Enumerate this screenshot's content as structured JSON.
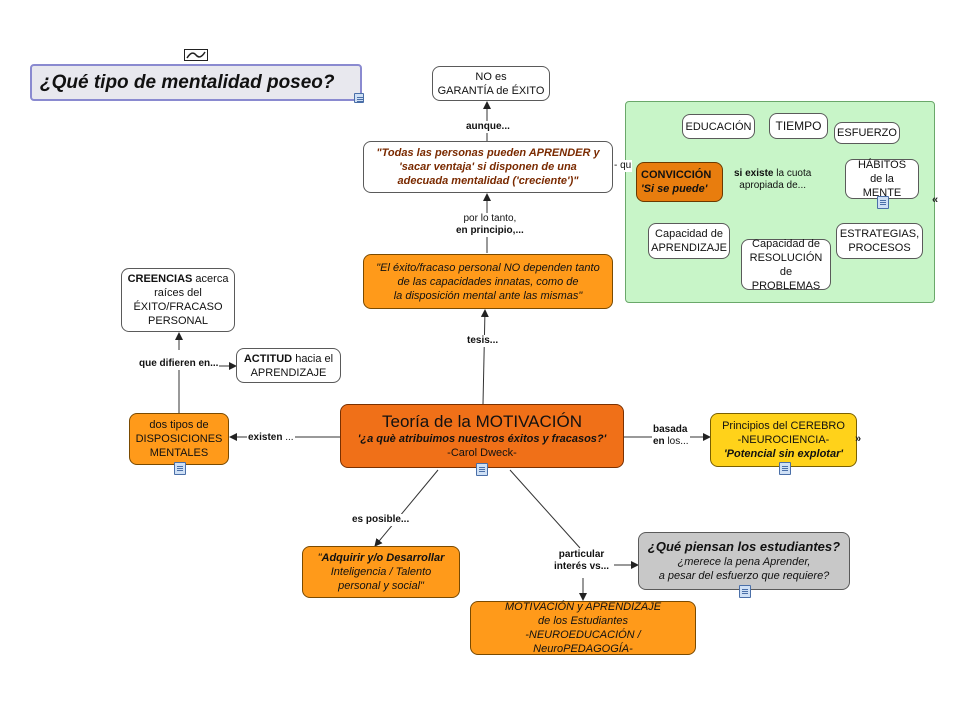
{
  "title": "¿Qué tipo de mentalidad poseo?",
  "nodes": {
    "no_garantia": {
      "l1": "NO es",
      "l2": "GARANTÍA de ÉXITO"
    },
    "todas": {
      "l1": "\"Todas las personas pueden APRENDER y",
      "l2": "'sacar ventaja' si disponen de una",
      "l3": "adecuada mentalidad ('creciente')\""
    },
    "exito": {
      "l1": "\"El éxito/fracaso personal NO dependen tanto",
      "l2": "de las capacidades innatas, como de",
      "l3": "la disposición mental ante las mismas\""
    },
    "creencias": {
      "b": "CREENCIAS",
      "t1": " acerca",
      "l2": "raíces del",
      "l3": "ÉXITO/FRACASO",
      "l4": "PERSONAL"
    },
    "actitud": {
      "b": "ACTITUD",
      "t1": " hacia el",
      "l2": "APRENDIZAJE"
    },
    "dos_tipos": {
      "l1": "dos tipos de",
      "l2": "DISPOSICIONES",
      "l3": "MENTALES"
    },
    "teoria": {
      "l1": "Teoría de la MOTIVACIÓN",
      "l2": "'¿a què atribuimos nuestros éxitos y fracasos?'",
      "l3": "-Carol Dweck-"
    },
    "principios": {
      "l1": "Principios del CEREBRO",
      "l2": "-NEUROCIENCIA-",
      "l3": "'Potencial sin explotar'"
    },
    "adquirir": {
      "l1a": "\"",
      "l1b": "Adquirir y/o Desarrollar",
      "l2": "Inteligencia / Talento",
      "l3": "personal y social\""
    },
    "que_piensan": {
      "l1": "¿Qué piensan los estudiantes?",
      "l2": "¿merece la pena Aprender,",
      "l3": "a pesar del esfuerzo que requiere?"
    },
    "motivacion_aprendizaje": {
      "l1": "MOTIVACIÓN y APRENDIZAJE",
      "l2": "de los Estudiantes",
      "l3": "-NEUROEDUCACIÓN / NeuroPEDAGOGÍA-"
    },
    "conviccion": {
      "l1": "CONVICCIÓN",
      "l2": "'Si se puede'"
    },
    "educacion": {
      "l1": "EDUCACIÓN"
    },
    "tiempo": {
      "l1": "TIEMPO"
    },
    "esfuerzo": {
      "l1": "ESFUERZO"
    },
    "habitos": {
      "l1": "HÁBITOS",
      "l2": "de la MENTE"
    },
    "estrategias": {
      "l1": "ESTRATEGIAS,",
      "l2": "PROCESOS"
    },
    "cap_aprendizaje": {
      "l1": "Capacidad de",
      "l2": "APRENDIZAJE"
    },
    "cap_resolucion": {
      "l1": "Capacidad de",
      "l2": "RESOLUCIÓN de",
      "l3": "PROBLEMAS"
    }
  },
  "links": {
    "aunque": "aunque...",
    "por_lo_tanto_1": "por lo tanto,",
    "por_lo_tanto_2": "en principio,...",
    "tesis": "tesis...",
    "que_difieren": "que difieren en...",
    "existen_b": "existen",
    "existen_t": " ...",
    "basada_1": "basada",
    "basada_2b": "en",
    "basada_2t": " los...",
    "es_posible": "es posible...",
    "particular_1": "particular",
    "particular_2": "interés vs...",
    "si_existe_b": "si existe",
    "si_existe_t": " la cuota",
    "si_existe_2": "apropiada de...",
    "q_fragment": "- qu"
  },
  "colors": {
    "orange": "#ff9a1a",
    "orange_dark": "#f07018",
    "yellow": "#ffd21a",
    "green_panel": "#c8f5c8",
    "gray": "#c8c8c8",
    "title_border": "#8a8ad0"
  }
}
